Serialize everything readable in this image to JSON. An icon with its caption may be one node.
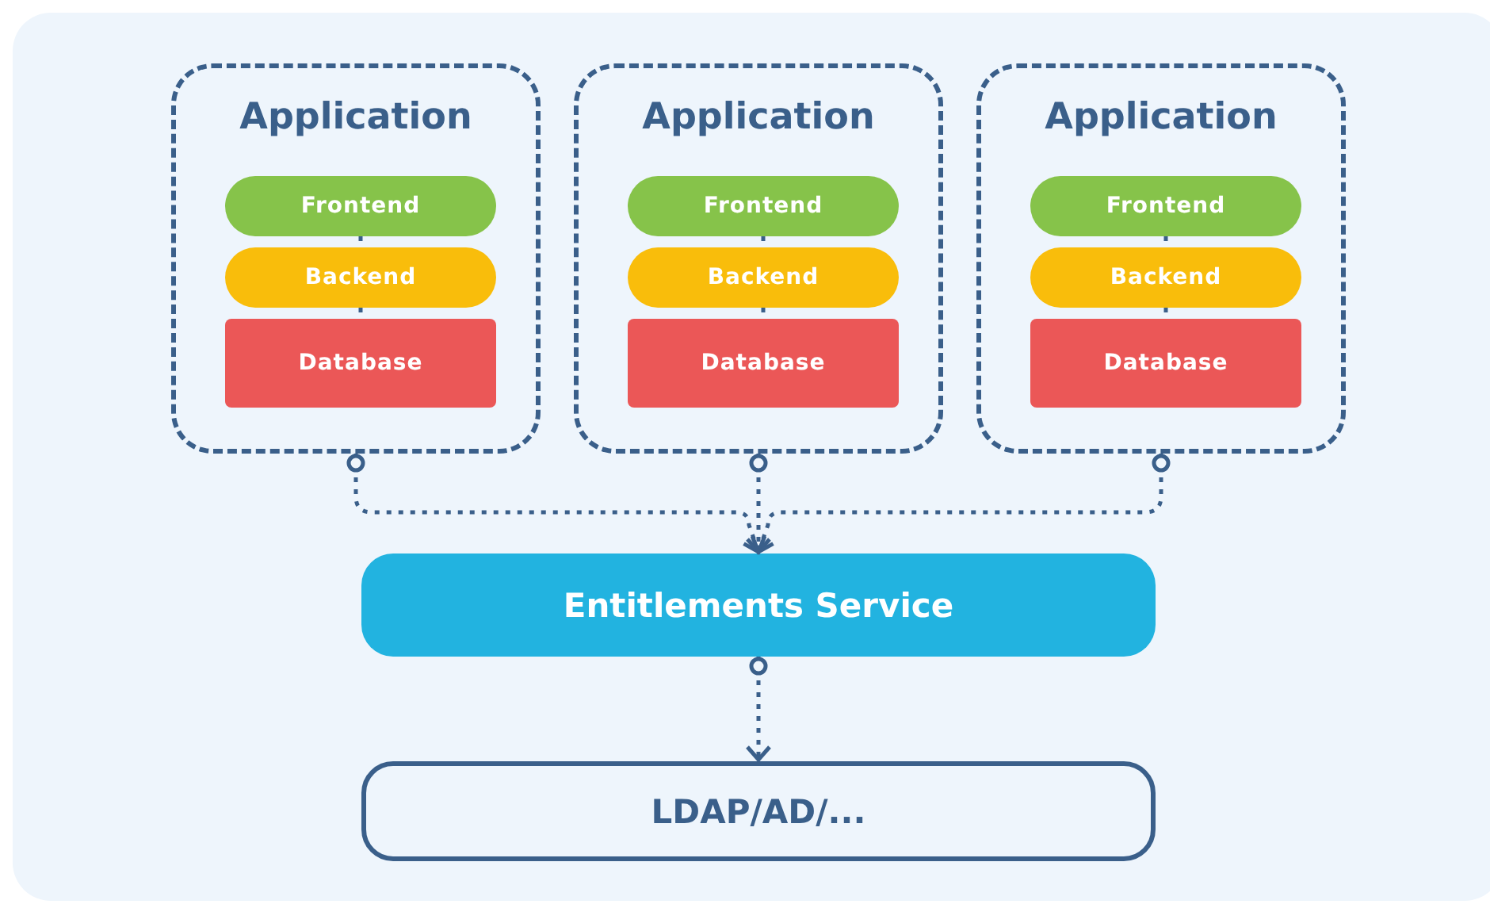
{
  "diagram": {
    "nodes": [
      {
        "text": [
          "Application"
        ]
      },
      {
        "text": [
          "Frontend"
        ],
        "in": 0
      },
      {
        "text": [
          "Backend"
        ],
        "in": 0
      },
      {
        "text": [
          "Database"
        ],
        "in": 0
      },
      {
        "text": [
          "Application"
        ]
      },
      {
        "text": [
          "Frontend"
        ],
        "in": 4
      },
      {
        "text": [
          "Backend"
        ],
        "in": 4
      },
      {
        "text": [
          "Database"
        ],
        "in": 4
      },
      {
        "text": [
          "Application"
        ]
      },
      {
        "text": [
          "Frontend"
        ],
        "in": 8
      },
      {
        "text": [
          "Backend"
        ],
        "in": 8
      },
      {
        "text": [
          "Database"
        ],
        "in": 8
      },
      {
        "text": [
          "Entitlements Service"
        ]
      },
      {
        "text": [
          "LDAP/AD/..."
        ]
      }
    ],
    "edges": [
      {
        "from": 1,
        "to": 2,
        "arrow": "none",
        "style": "dashed"
      },
      {
        "from": 2,
        "to": 3,
        "arrow": "none",
        "style": "dashed"
      },
      {
        "from": 5,
        "to": 6,
        "arrow": "none",
        "style": "dashed"
      },
      {
        "from": 6,
        "to": 7,
        "arrow": "none",
        "style": "dashed"
      },
      {
        "from": 9,
        "to": 10,
        "arrow": "none",
        "style": "dashed"
      },
      {
        "from": 10,
        "to": 11,
        "arrow": "none",
        "style": "dashed"
      },
      {
        "from": 0,
        "to": 12,
        "arrow": "to",
        "style": "dashed"
      },
      {
        "from": 4,
        "to": 12,
        "arrow": "to",
        "style": "dashed"
      },
      {
        "from": 8,
        "to": 12,
        "arrow": "to",
        "style": "dashed"
      },
      {
        "from": 12,
        "to": 13,
        "arrow": "to",
        "style": "dashed"
      }
    ]
  }
}
